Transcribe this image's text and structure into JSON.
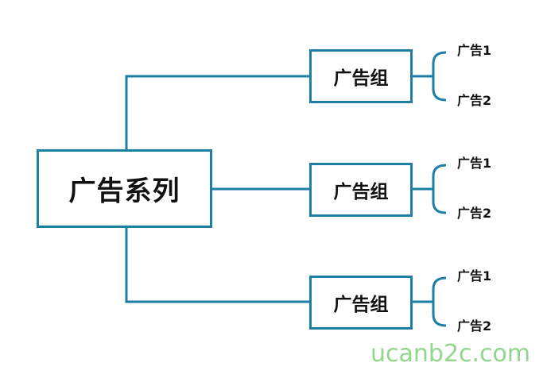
{
  "colors": {
    "line": "#1d7ea6",
    "text": "#111111",
    "watermark": "#7fd07a"
  },
  "root": {
    "label": "广告系列"
  },
  "groups": [
    {
      "label": "广告组",
      "ads": [
        "广告1",
        "广告2"
      ]
    },
    {
      "label": "广告组",
      "ads": [
        "广告1",
        "广告2"
      ]
    },
    {
      "label": "广告组",
      "ads": [
        "广告1",
        "广告2"
      ]
    }
  ],
  "watermark": "ucanb2c.com"
}
